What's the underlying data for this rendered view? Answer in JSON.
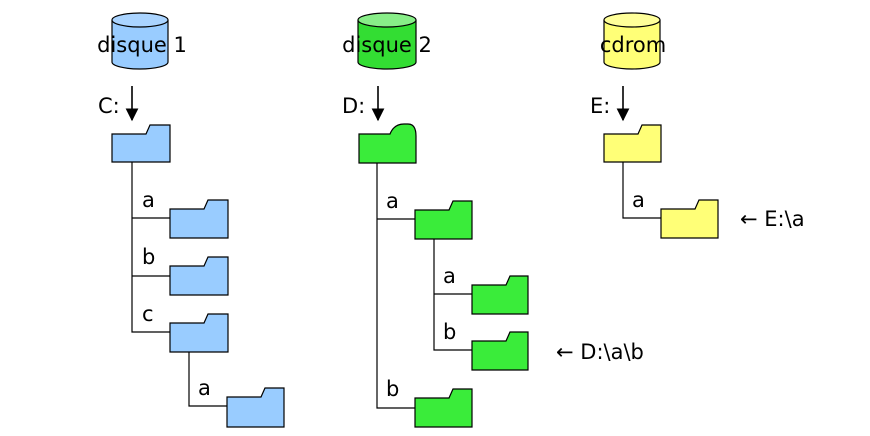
{
  "colors": {
    "blue": "#99ccff",
    "green": "#3aec3a",
    "green_cylinder": "#33dd33",
    "green_cylinder_top": "#88ee88",
    "yellow": "#ffff77",
    "outline": "#000000"
  },
  "drives": [
    {
      "name": "disque 1",
      "letter": "C:",
      "color_key": "blue",
      "folders": [
        "a",
        "b",
        "c",
        "a"
      ]
    },
    {
      "name": "disque 2",
      "letter": "D:",
      "color_key": "green",
      "folders": [
        "a",
        "a",
        "b",
        "b"
      ]
    },
    {
      "name": "cdrom",
      "letter": "E:",
      "color_key": "yellow",
      "folders": [
        "a"
      ]
    }
  ],
  "annotations": {
    "path_d": "← D:\\a\\b",
    "path_e": "← E:\\a"
  }
}
